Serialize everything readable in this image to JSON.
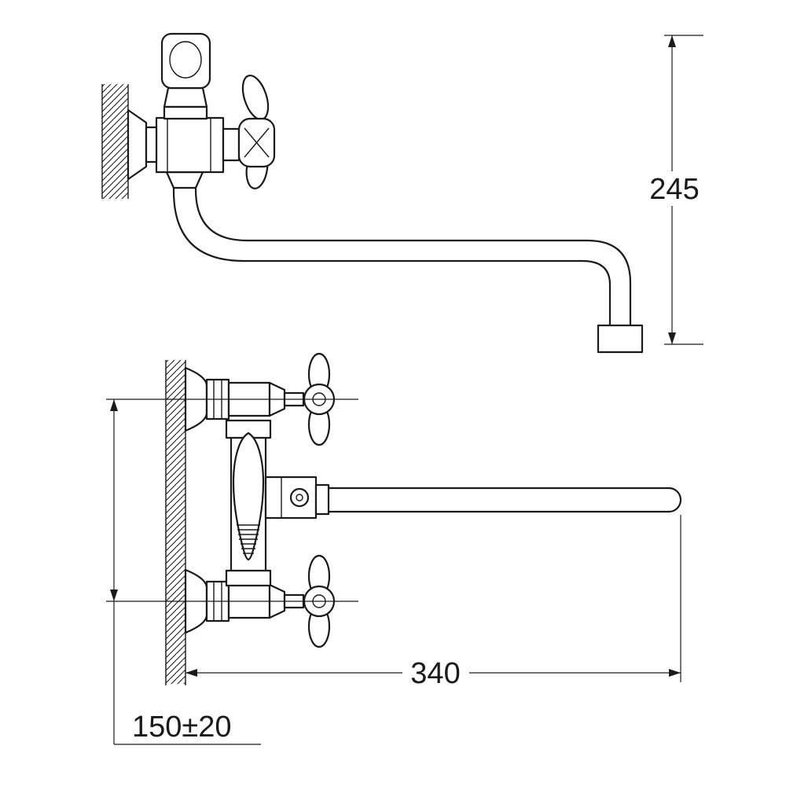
{
  "canvas": {
    "background": "#ffffff",
    "line_color": "#1a1a1a"
  },
  "dimensions": {
    "height": {
      "label": "245"
    },
    "reach": {
      "label": "340"
    },
    "spacing": {
      "label": "150±20"
    }
  }
}
